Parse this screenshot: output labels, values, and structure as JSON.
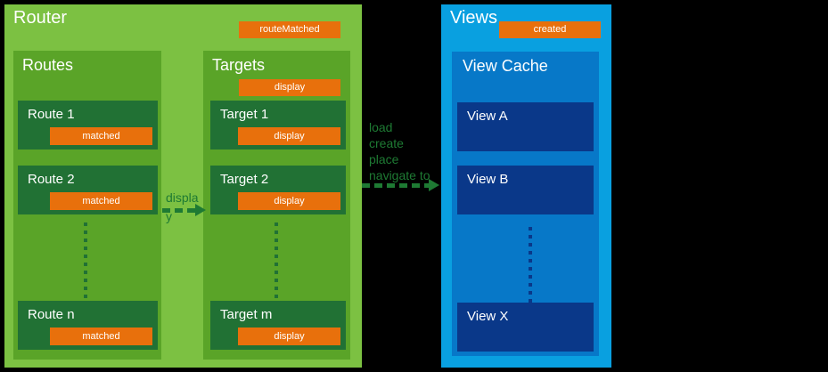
{
  "router": {
    "title": "Router",
    "event_badge": "routeMatched",
    "routes": {
      "title": "Routes",
      "items": [
        {
          "label": "Route 1",
          "badge": "matched"
        },
        {
          "label": "Route 2",
          "badge": "matched"
        },
        {
          "label": "Route n",
          "badge": "matched"
        }
      ]
    },
    "targets": {
      "title": "Targets",
      "header_badge": "display",
      "items": [
        {
          "label": "Target 1",
          "badge": "display"
        },
        {
          "label": "Target 2",
          "badge": "display"
        },
        {
          "label": "Target m",
          "badge": "display"
        }
      ]
    }
  },
  "arrows": {
    "routes_to_targets_label": "display",
    "targets_to_views_label": "load\ncreate\nplace\nnavigate to"
  },
  "views": {
    "title": "Views",
    "event_badge": "created",
    "cache": {
      "title": "View Cache",
      "items": [
        {
          "label": "View A"
        },
        {
          "label": "View B"
        },
        {
          "label": "View X"
        }
      ]
    }
  },
  "colors": {
    "background": "#000000",
    "router_bg": "#7CC142",
    "group_bg": "#5AA428",
    "item_bg": "#217134",
    "badge_bg": "#E8700C",
    "views_bg": "#09A0E0",
    "view_cache_bg": "#0778C8",
    "view_item_bg": "#0A3889",
    "arrow_green": "#1E7A33",
    "text": "#FFFFFF"
  }
}
